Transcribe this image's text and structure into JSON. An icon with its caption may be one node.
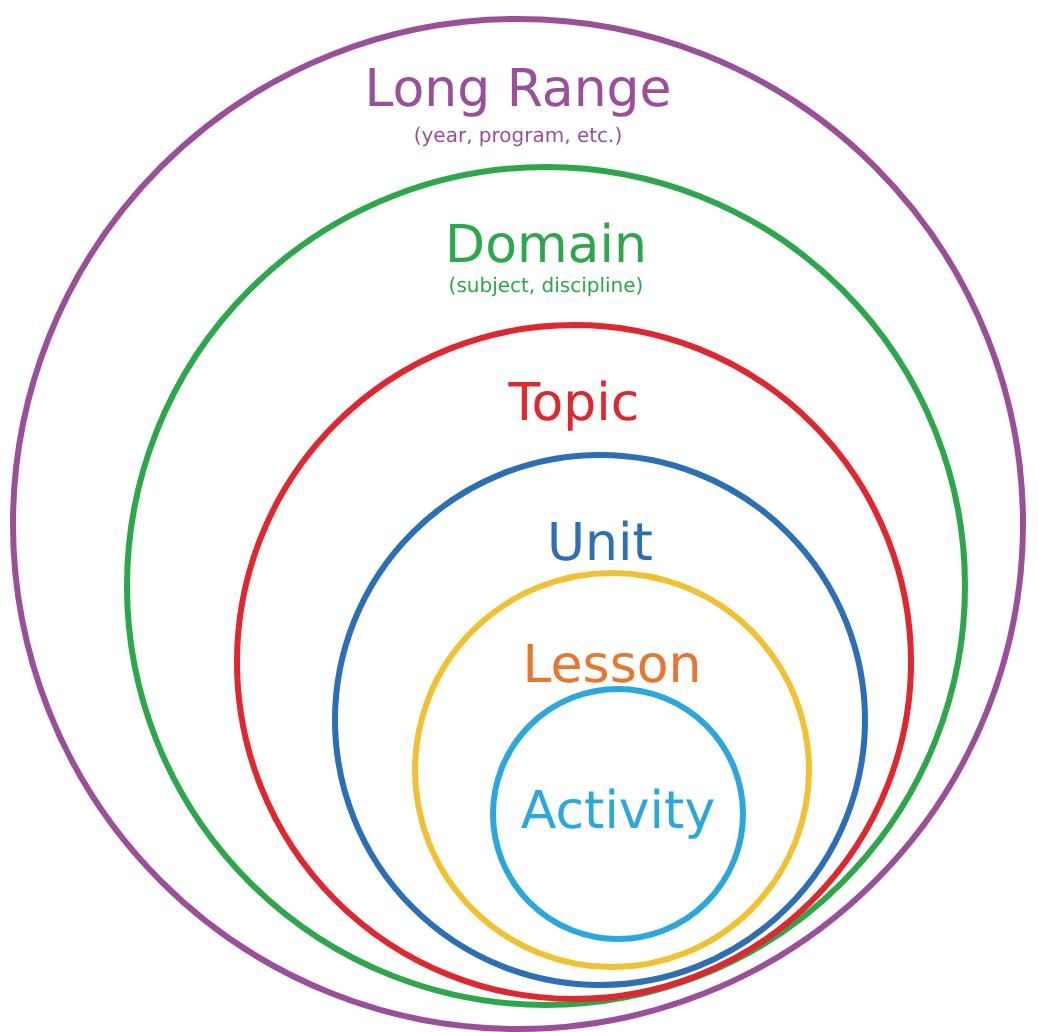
{
  "diagram": {
    "nodes": [
      {
        "text": [
          "Long Range",
          "(year, program, etc.)"
        ]
      },
      {
        "text": [
          "Domain",
          "(subject, discipline)"
        ],
        "in": 0
      },
      {
        "text": [
          "Topic"
        ],
        "in": 1
      },
      {
        "text": [
          "Unit"
        ],
        "in": 2
      },
      {
        "text": [
          "Lesson"
        ],
        "in": 3
      },
      {
        "text": [
          "Activity"
        ],
        "in": 4
      }
    ]
  }
}
